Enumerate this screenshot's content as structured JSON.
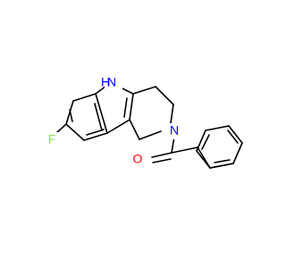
{
  "structure": {
    "atoms": {
      "nitrogen_indole": {
        "symbol": "N",
        "hydrogen": "H",
        "color": "#0000ff"
      },
      "nitrogen_amide": {
        "symbol": "N",
        "color": "#0000ff"
      },
      "fluorine": {
        "symbol": "F",
        "color": "#90e050"
      },
      "oxygen": {
        "symbol": "O",
        "color": "#ff0000"
      }
    },
    "bond_color": "#000000"
  }
}
